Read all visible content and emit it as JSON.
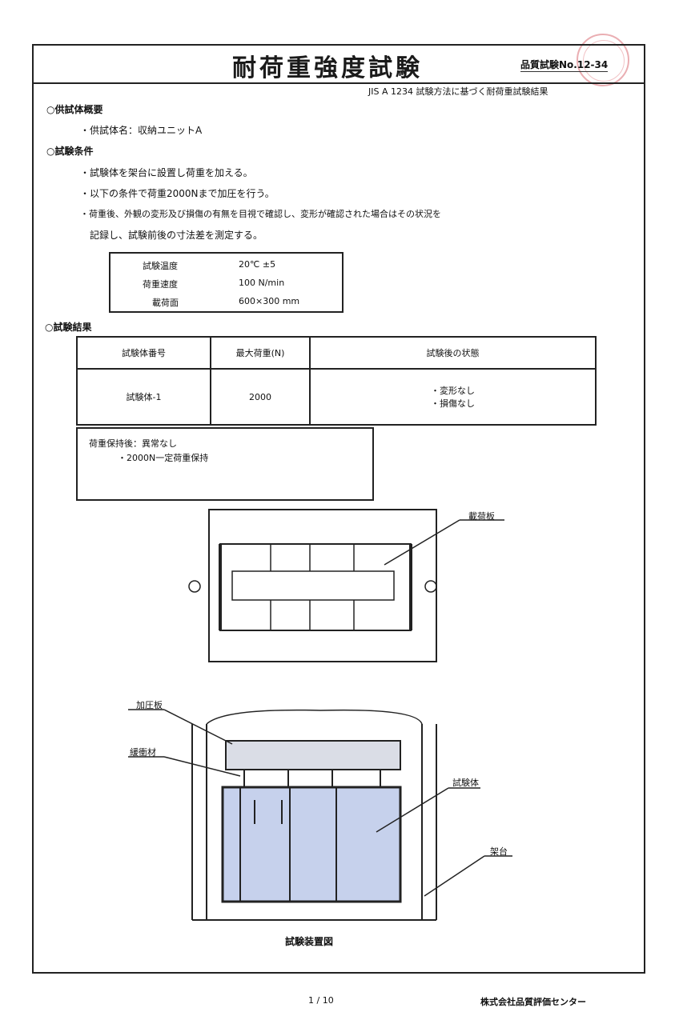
{
  "document": {
    "title": "耐荷重強度試験",
    "doc_number": "品質試験No.12-34",
    "subtitle": "JIS A 1234 試験方法に基づく耐荷重試験結果",
    "sections": {
      "sample_heading": "○供試体概要",
      "sample_item": "・供試体名：収納ユニットA",
      "method_heading": "○試験条件",
      "method_items": [
        "・試験体を架台に設置し荷重を加える。",
        "・以下の条件で荷重2000Nまで加圧を行う。",
        "・荷重後、外観の変形及び損傷の有無を目視で確認し、変形が確認された場合はその状況を",
        "　記録し、試験前後の寸法差を測定する。"
      ],
      "results_heading": "○試験結果"
    },
    "conditions": [
      {
        "label": "試験温度",
        "value": "20℃ ±5"
      },
      {
        "label": "荷重速度",
        "value": "100 N/min"
      },
      {
        "label": "載荷面",
        "value": "600×300 mm"
      }
    ],
    "results_table": {
      "headers": [
        "試験体番号",
        "最大荷重(N)",
        "試験後の状態"
      ],
      "rows": [
        {
          "id": "試験体-1",
          "load": "2000",
          "state_lines": [
            "・変形なし",
            "・損傷なし"
          ]
        }
      ]
    },
    "note": {
      "heading": "荷重保持後：異常なし",
      "line": "・2000N一定荷重保持"
    },
    "figure_labels": {
      "top_callout": "載荷板",
      "side_callout_1": "加圧板",
      "side_callout_2": "緩衝材",
      "side_callout_3": "試験体",
      "side_callout_4": "架台",
      "caption": "試験装置図"
    },
    "footer": {
      "page": "1 / 10",
      "organization": "株式会社品質評価センター"
    }
  }
}
